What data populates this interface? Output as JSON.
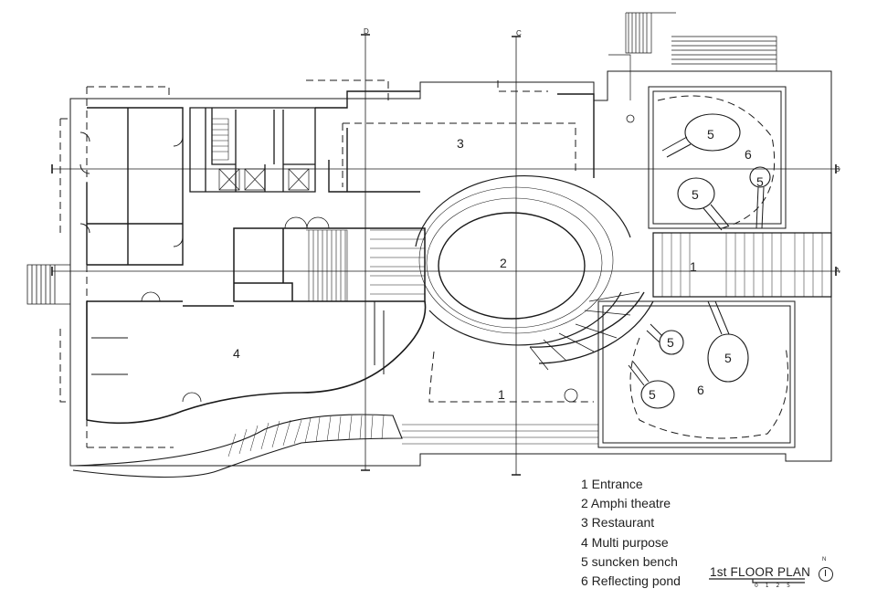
{
  "plan": {
    "title": "1st FLOOR PLAN",
    "scale_ticks": "0 1 2 5",
    "north_label": "N",
    "section_marks": {
      "a": "A",
      "b": "B",
      "c": "C",
      "d": "D"
    },
    "room_numbers": {
      "entrance_main": "1",
      "entrance_bridge": "1",
      "amphi": "2",
      "restaurant": "3",
      "multi": "4",
      "bench_1": "5",
      "bench_2": "5",
      "bench_3": "5",
      "bench_4": "5",
      "bench_5": "5",
      "bench_6": "5",
      "pond_top": "6",
      "pond_bottom": "6"
    }
  },
  "legend": [
    "1 Entrance",
    "2 Amphi theatre",
    "3 Restaurant",
    "4 Multi purpose",
    "5 suncken bench",
    "6 Reflecting pond"
  ]
}
